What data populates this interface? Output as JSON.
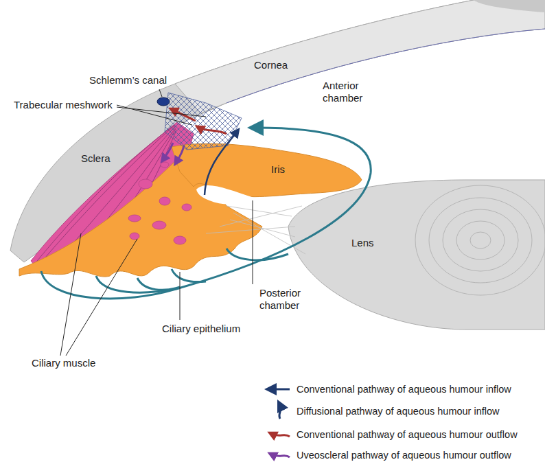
{
  "diagram": {
    "labels": [
      "Schlemm’s canal",
      "Cornea",
      "Anterior chamber",
      "Trabecular meshwork",
      "Sclera",
      "Iris",
      "Lens",
      "Posterior chamber",
      "Ciliary epithelium",
      "Ciliary muscle"
    ],
    "legend": [
      {
        "text": "Conventional pathway of aqueous humour inflow"
      },
      {
        "text": "Diffusional pathway of aqueous humour inflow"
      },
      {
        "text": "Conventional pathway of aqueous humour outflow"
      },
      {
        "text": "Uveoscleral  pathway of aqueous humour outflow"
      }
    ]
  }
}
